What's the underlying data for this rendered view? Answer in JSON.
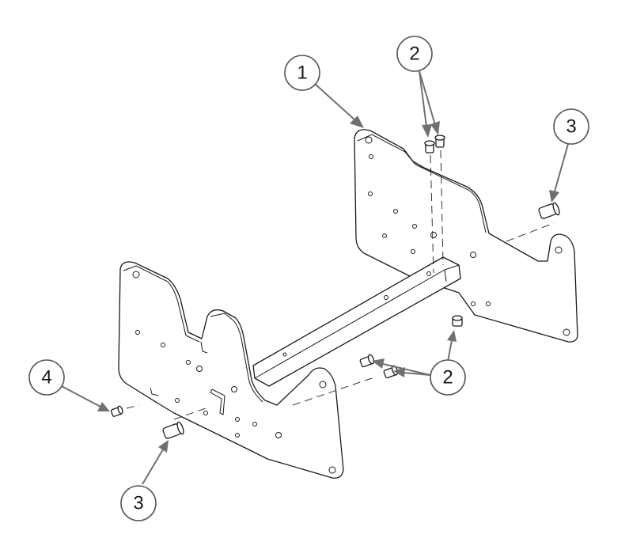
{
  "callouts": [
    {
      "id": "c1",
      "label": "1"
    },
    {
      "id": "c2a",
      "label": "2"
    },
    {
      "id": "c2b",
      "label": "2"
    },
    {
      "id": "c3a",
      "label": "3"
    },
    {
      "id": "c3b",
      "label": "3"
    },
    {
      "id": "c4",
      "label": "4"
    }
  ],
  "colors": {
    "line": "#1a1a1a",
    "leader": "#707070",
    "circle_stroke": "#555555",
    "background": "#ffffff"
  }
}
